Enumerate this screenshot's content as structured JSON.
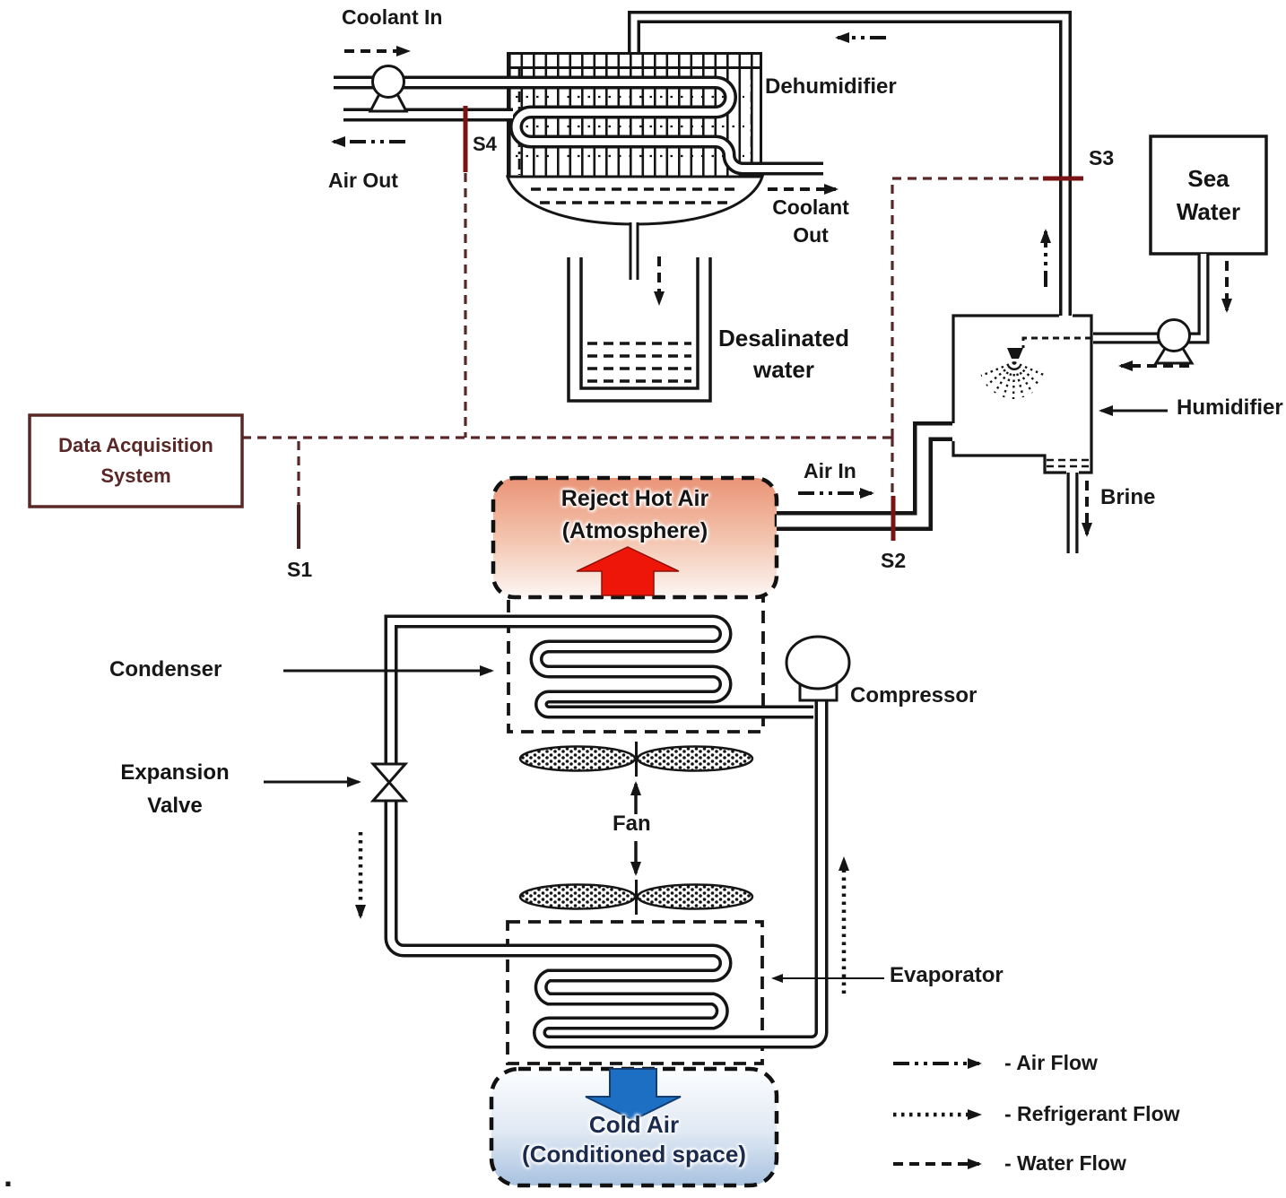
{
  "labels": {
    "coolant_in": "Coolant In",
    "air_out": "Air Out",
    "s4": "S4",
    "dehumidifier": "Dehumidifier",
    "coolant_out_1": "Coolant",
    "coolant_out_2": "Out",
    "desalinated_1": "Desalinated",
    "desalinated_2": "water",
    "s3": "S3",
    "sea_water_1": "Sea",
    "sea_water_2": "Water",
    "humidifier": "Humidifier",
    "brine": "Brine",
    "air_in": "Air In",
    "s2": "S2",
    "s1": "S1",
    "daq_1": "Data Acquisition",
    "daq_2": "System",
    "reject_1": "Reject Hot Air",
    "reject_2": "(Atmosphere)",
    "condenser": "Condenser",
    "compressor": "Compressor",
    "expansion_1": "Expansion",
    "expansion_2": "Valve",
    "fan": "Fan",
    "evaporator": "Evaporator",
    "cold_1": "Cold Air",
    "cold_2": "(Conditioned  space)",
    "caption_period": "."
  },
  "legend": {
    "air_flow": "- Air Flow",
    "refrigerant_flow": "- Refrigerant Flow",
    "water_flow": "- Water Flow"
  },
  "colors": {
    "line": "#151515",
    "daq": "#5a2727",
    "sensor": "#7a1414",
    "hot_arrow": "#ee1509",
    "hot_arrow_edge": "#8f1007",
    "hot_gradient_top": "#ea9477",
    "cold_arrow": "#1d6fc4",
    "cold_arrow_edge": "#123d6e",
    "cold_gradient_bottom": "#a8c2e0",
    "cold_text": "#1b2b4d"
  }
}
